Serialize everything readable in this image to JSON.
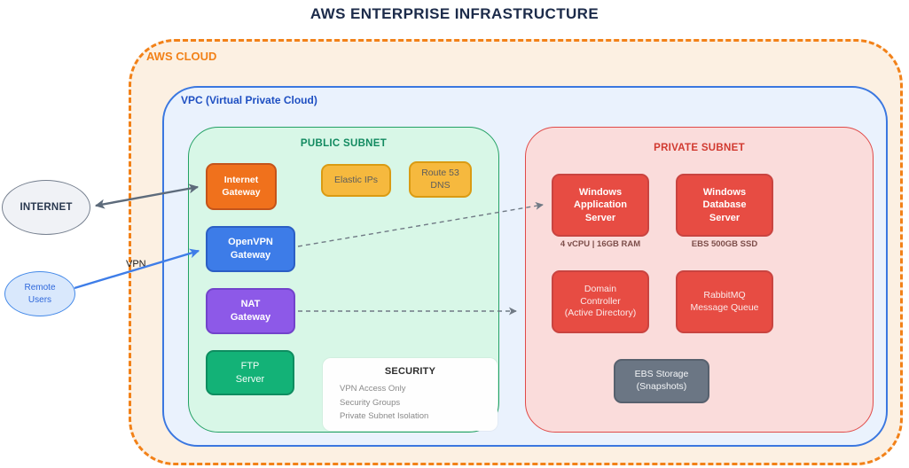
{
  "title": "AWS ENTERPRISE INFRASTRUCTURE",
  "aws_cloud": {
    "label": "AWS CLOUD"
  },
  "vpc": {
    "label": "VPC (Virtual Private Cloud)"
  },
  "public_subnet": {
    "label": "PUBLIC SUBNET",
    "internet_gateway": "Internet\nGateway",
    "elastic_ips": "Elastic IPs",
    "route53_dns": "Route 53\nDNS",
    "openvpn_gateway": "OpenVPN\nGateway",
    "nat_gateway": "NAT\nGateway",
    "ftp_server": "FTP\nServer",
    "security": {
      "title": "SECURITY",
      "items": [
        "VPN Access Only",
        "Security Groups",
        "Private Subnet Isolation"
      ]
    }
  },
  "private_subnet": {
    "label": "PRIVATE SUBNET",
    "app_server": "Windows\nApplication\nServer",
    "app_server_spec": "4 vCPU | 16GB RAM",
    "db_server": "Windows\nDatabase\nServer",
    "db_server_spec": "EBS 500GB SSD",
    "domain_controller": "Domain\nController\n(Active Directory)",
    "rabbitmq": "RabbitMQ\nMessage Queue",
    "ebs_storage": "EBS Storage\n(Snapshots)"
  },
  "external": {
    "internet": "INTERNET",
    "remote_users": "Remote\nUsers"
  },
  "edges": {
    "vpn_label": "VPN"
  },
  "colors": {
    "title_text": "#1C2B4A",
    "aws_cloud_border": "#F28118",
    "aws_cloud_fill": "#FCF0E2",
    "vpc_border": "#3A77E0",
    "vpc_fill": "#EAF2FD",
    "public_subnet_border": "#23A164",
    "public_subnet_fill": "#D8F7E7",
    "public_subnet_label": "#128A60",
    "private_subnet_border": "#E04A48",
    "private_subnet_fill": "#FADCDB",
    "private_subnet_label": "#D13A30",
    "node_orange": "#F0711C",
    "node_amber": "#F6B93E",
    "node_blue": "#3D7CE8",
    "node_purple": "#8D59E8",
    "node_green": "#13B277",
    "node_red": "#E74C43",
    "node_gray": "#6B7684",
    "arrow_gray": "#5D6B7B",
    "arrow_blue": "#3E7DE8",
    "arrow_dashed": "#707A85"
  }
}
